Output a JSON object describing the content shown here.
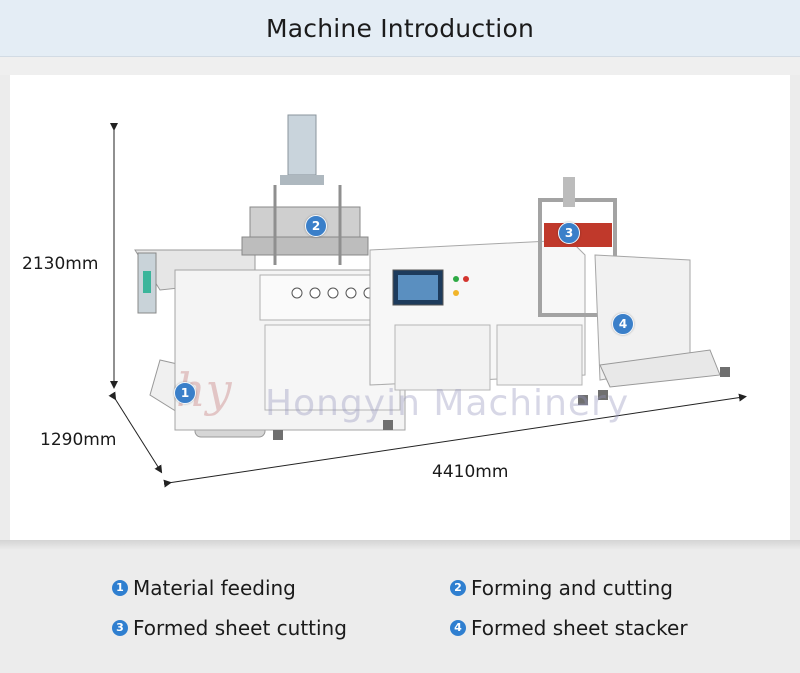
{
  "header": {
    "title": "Machine Introduction"
  },
  "dimensions": {
    "height": "2130mm",
    "depth": "1290mm",
    "length": "4410mm"
  },
  "watermark": {
    "logo": "hy",
    "text": "Hongyin Machinery"
  },
  "markers": [
    "1",
    "2",
    "3",
    "4"
  ],
  "legend": [
    {
      "number": "1",
      "label": "Material feeding"
    },
    {
      "number": "2",
      "label": "Forming and cutting"
    },
    {
      "number": "3",
      "label": "Formed sheet cutting"
    },
    {
      "number": "4",
      "label": "Formed sheet stacker"
    }
  ],
  "colors": {
    "header_bg": "#e4edf5",
    "accent_blue": "#2f7fd0",
    "page_bg": "#ececec",
    "machine_red": "#c0392b"
  }
}
